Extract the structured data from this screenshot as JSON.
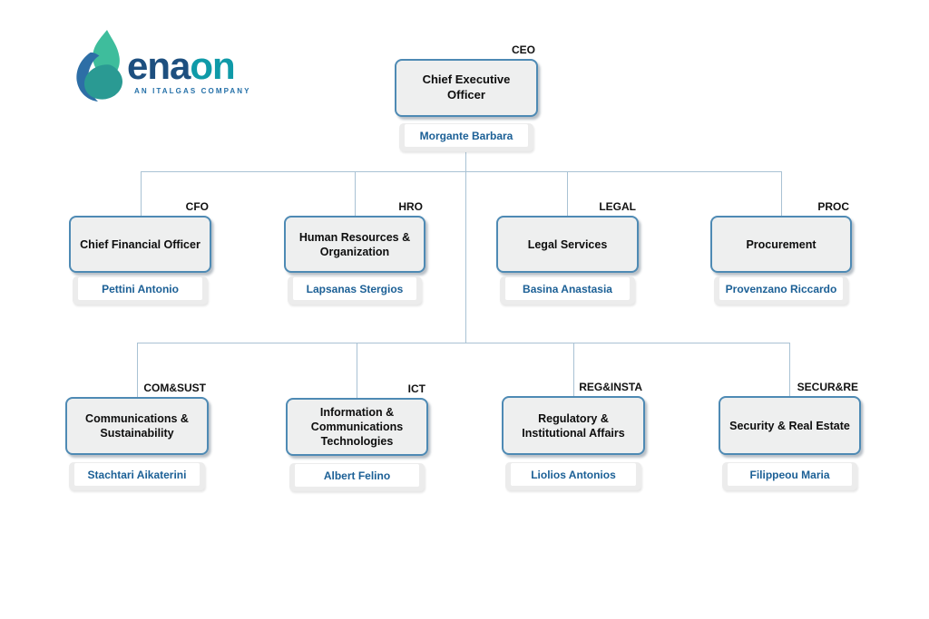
{
  "brand": {
    "wordmark_part1": "ena",
    "wordmark_part2": "on",
    "tagline": "AN ITALGAS COMPANY",
    "icon": "flame-drop-logo-icon",
    "colors": {
      "wordmark_blue": "#1d4f7f",
      "wordmark_teal": "#0f9aa8",
      "flame_green": "#3ebd9c",
      "flame_teal": "#2a9a93",
      "flame_blue": "#2d6ea6"
    }
  },
  "colors": {
    "box_border": "#4e8ab4",
    "box_fill": "#eeefef",
    "name_text": "#1c6096",
    "code_text": "#111111",
    "connector": "#a9c2d4",
    "background": "#ffffff"
  },
  "org": {
    "ceo": {
      "code": "CEO",
      "title": "Chief Executive Officer",
      "name": "Morgante Barbara"
    },
    "level2": [
      {
        "code": "CFO",
        "title": "Chief Financial Officer",
        "name": "Pettini Antonio"
      },
      {
        "code": "HRO",
        "title": "Human Resources & Organization",
        "name": "Lapsanas Stergios"
      },
      {
        "code": "LEGAL",
        "title": "Legal Services",
        "name": "Basina Anastasia"
      },
      {
        "code": "PROC",
        "title": "Procurement",
        "name": "Provenzano Riccardo"
      }
    ],
    "level3": [
      {
        "code": "COM&SUST",
        "title": "Communications & Sustainability",
        "name": "Stachtari Aikaterini"
      },
      {
        "code": "ICT",
        "title": "Information & Communications Technologies",
        "name": "Albert Felino"
      },
      {
        "code": "REG&INSTA",
        "title": "Regulatory & Institutional Affairs",
        "name": "Liolios Antonios"
      },
      {
        "code": "SECUR&RE",
        "title": "Security & Real Estate",
        "name": "Filippeou Maria"
      }
    ]
  }
}
